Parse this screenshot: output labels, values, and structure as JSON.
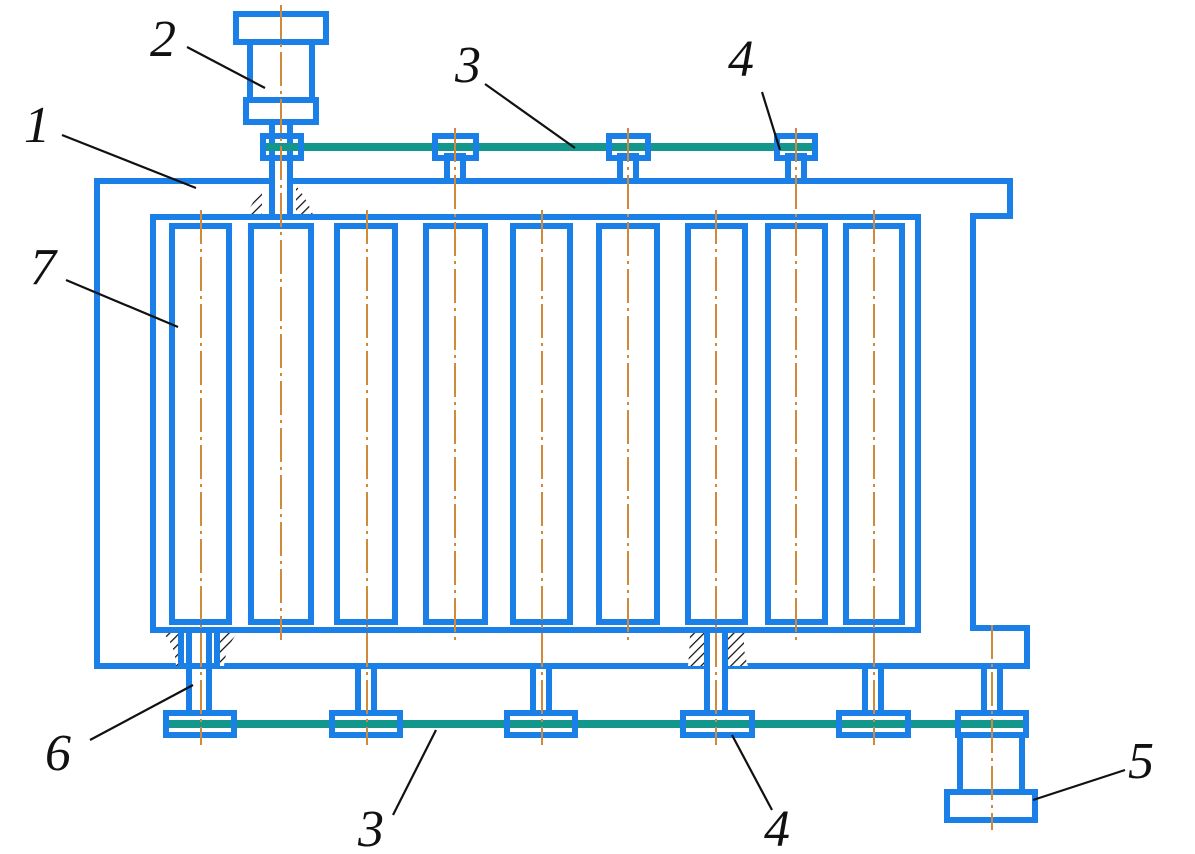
{
  "labels": {
    "frame": "1",
    "top_motor": "2",
    "top_chain": "3",
    "top_sprocket": "4",
    "bottom_motor": "5",
    "bearing_shaft": "6",
    "roller": "7",
    "bottom_chain": "3",
    "bottom_sprocket": "4"
  },
  "colors": {
    "outline": "#1a7fe6",
    "chain": "#13968c",
    "centerline": "#d08a3a"
  }
}
